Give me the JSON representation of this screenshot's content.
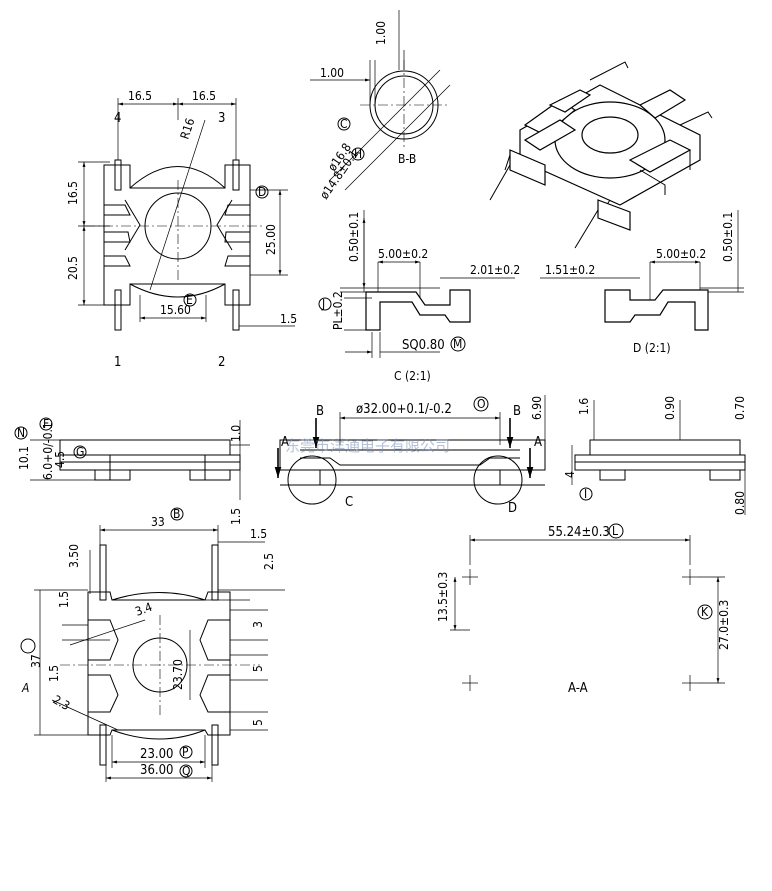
{
  "top_view": {
    "dim_left_16_5": "16.5",
    "dim_right_16_5": "16.5",
    "pin_4": "4",
    "pin_3": "3",
    "pin_1": "1",
    "pin_2": "2",
    "radius_r16": "R16",
    "dim_16_5_vertical": "16.5",
    "dim_20_5_vertical": "20.5",
    "dim_25_00": "25.00",
    "dim_15_60": "15.60",
    "dim_1_5": "1.5",
    "marker_d": "D",
    "marker_e": "E"
  },
  "section_bb": {
    "dim_1_00_top": "1.00",
    "dim_1_00_left": "1.00",
    "dia_16_8": "ø16.8",
    "dia_14_8": "ø14.8±0.1",
    "marker_c": "C",
    "marker_h": "H",
    "label": "B-B"
  },
  "detail_c": {
    "dim_0_50": "0.50±0.1",
    "dim_5_00": "5.00±0.2",
    "dim_2_01": "2.01±0.2",
    "dim_pl": "PL±0.2",
    "dim_sq": "SQ0.80",
    "marker_j": "J",
    "marker_m": "M",
    "label": "C (2:1)"
  },
  "detail_d": {
    "dim_1_51": "1.51±0.2",
    "dim_5_00": "5.00±0.2",
    "dim_0_50": "0.50±0.1",
    "label": "D (2:1)"
  },
  "side_left": {
    "dim_10_1": "10.1",
    "dim_6_0": "6.0+0/-0.1",
    "dim_4_5": "4.5",
    "dim_1_0": "1.0",
    "dim_1_5": "1.5",
    "marker_n": "N",
    "marker_f": "F",
    "marker_g": "G"
  },
  "front_view": {
    "section_b_left": "B",
    "section_b_right": "B",
    "section_a_left": "A",
    "section_a_right": "A",
    "dia_32": "ø32.00+0.1/-0.2",
    "marker_o": "O",
    "dim_6_90": "6.90",
    "detail_c": "C",
    "detail_d": "D",
    "watermark": "东莞市洋通电子有限公司"
  },
  "side_right": {
    "dim_1_6": "1.6",
    "dim_0_90": "0.90",
    "dim_0_70": "0.70",
    "dim_4": "4",
    "dim_0_80": "0.80",
    "marker_i": "I"
  },
  "bottom_view": {
    "dim_33": "33",
    "marker_b": "B",
    "dim_1_5_top": "1.5",
    "dim_2_5": "2.5",
    "dim_3_50": "3.50",
    "dim_1_5_left": "1.5",
    "dim_3_4": "3.4",
    "dim_3": "3",
    "dim_37": "37",
    "label_a": "A",
    "dim_1_5_mid": "1.5",
    "dim_23_70": "23.70",
    "dim_5_a": "5",
    "dim_2_3": "2.3",
    "dim_5_b": "5",
    "dim_23_00": "23.00",
    "marker_p": "P",
    "dim_36_00": "36.00",
    "marker_q": "Q"
  },
  "section_aa": {
    "dim_55_24": "55.24±0.3",
    "marker_l": "L",
    "dim_13_5": "13.5±0.3",
    "dim_27_0": "27.0±0.3",
    "marker_k": "K",
    "label": "A-A"
  }
}
